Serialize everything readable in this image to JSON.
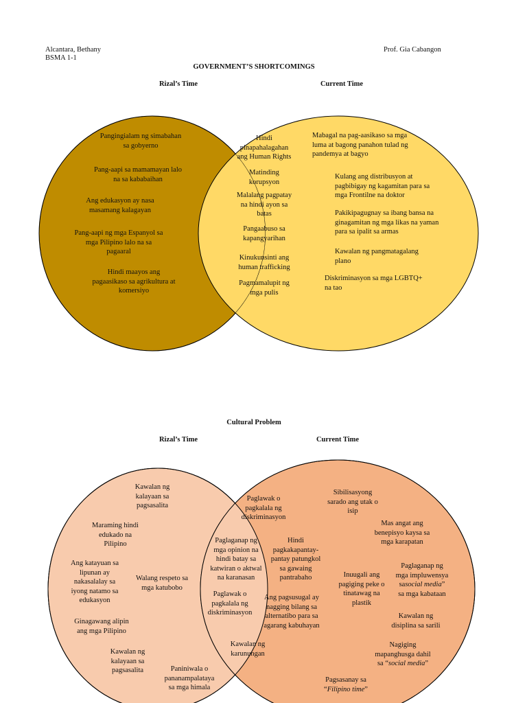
{
  "header": {
    "student_name": "Alcantara, Bethany",
    "section": "BSMA 1-1",
    "professor": "Prof. Gia Cabangon"
  },
  "colors": {
    "venn1_left": "#bf8c00",
    "venn1_right": "#ffd966",
    "venn2_left": "#f8cbad",
    "venn2_right": "#f4b183"
  },
  "venn1": {
    "title": "GOVERNMENT’S SHORTCOMINGS",
    "left_label": "Rizal’s Time",
    "right_label": "Current Time",
    "left_items": [
      "Pangingialam ng simabahan\nsa gobyerno",
      "Pang-aapi sa mamamayan lalo\nna sa kababaihan",
      "Ang edukasyon ay nasa\nmasamang kalagayan",
      "Pang-aapi ng mga Espanyol sa\nmga Pilipino lalo na sa\npagaaral",
      "Hindi maayos ang\npagaasikaso sa agrikultura at\nkomersiyo"
    ],
    "center_items": [
      "Hindi\npinapahalagahan\nang Human Rights",
      "Matinding\nkorupsyon",
      "Malalang pagpatay\nna hindi ayon sa\nbatas",
      "Pangaabuso sa\nkapangyarihan",
      "Kinukunsinti ang\nhuman trafficking",
      "Pagmamalupit ng\nmga pulis"
    ],
    "right_items": [
      "Mabagal na pag-aasikaso sa mga\nluma at bagong panahon tulad ng\npandemya at bagyo",
      "Kulang ang distribusyon at\npagbibigay ng kagamitan para sa\nmga Frontilne na doktor",
      "Pakikipagugnay sa ibang bansa na\nginagamitan ng mga likas na yaman\npara sa ipalit sa armas",
      "Kawalan ng pangmatagalang\nplano",
      "Diskriminasyon sa mga LGBTQ+\nna tao"
    ]
  },
  "venn2": {
    "title": "Cultural Problem",
    "left_label": "Rizal’s Time",
    "right_label": "Current Time",
    "left_items": [
      "Kawalan ng\nkalayaan sa\npagsasalita",
      "Maraming hindi\nedukado na\nPilipino",
      "Ang katayuan sa\nlipunan ay\nnakasalalay sa\niyong natamo sa\nedukasyon",
      "Walang respeto sa\nmga katubobo",
      "Ginagawang alipin\nang mga Pilipino",
      "Kawalan ng\nkalayaan sa\npagsasalita",
      "Paniniwala o\npananampalataya\nsa mga himala"
    ],
    "center_items": [
      "Paglawak o\npagkalala ng\ndiskriminasyon",
      "Paglaganap ng\nmga opinion na\nhindi batay sa\nkatwiran o aktwal\nna karanasan",
      "Hindi\npagkakapantay-\npantay patungkol\nsa gawaing\npantrabaho",
      "Paglawak o\npagkalala ng\ndiskriminasyon",
      "Ang pagsusugal ay\nnagging bilang sa\nalternatibo para sa\nagarang kabuhayan",
      "Kawalan ng\nkarunungan"
    ],
    "right_items": [
      "Sibilisasyong\nsarado ang utak o\nisip",
      "Mas angat ang\nbenepisyo kaysa sa\nmga karapatan",
      "Inuugali ang\npagiging peke o\ntinatawag na\nplastik",
      "Paglaganap ng\nmga impluwensya\nsa",
      "social media",
      "”",
      "sa mga kabataan",
      "Kawalan ng\ndisiplina sa sarili",
      "Nagiging\nmapanghusga dahil\nsa “",
      "social media",
      "”",
      "Pagsasanay sa\n“",
      "Filipino time",
      "”"
    ]
  }
}
